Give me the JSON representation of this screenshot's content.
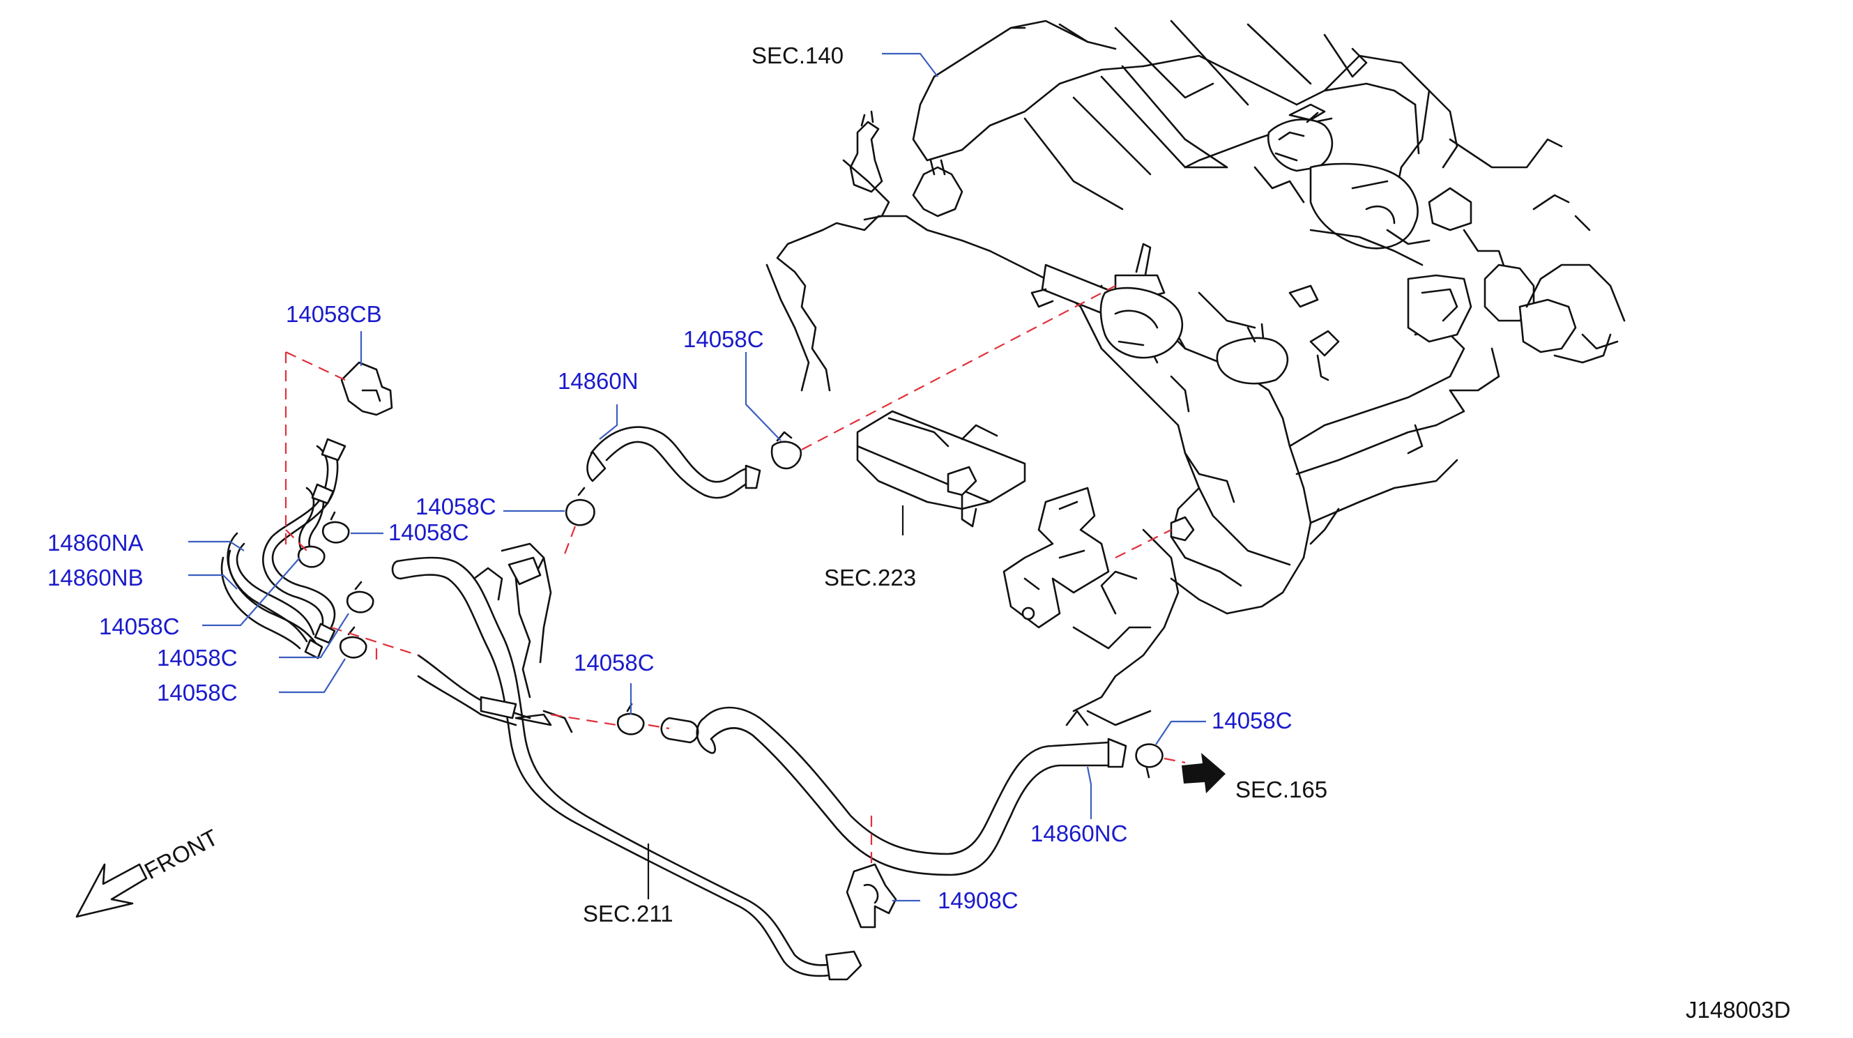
{
  "diagram": {
    "drawing_id": "J148003D",
    "front_label": "FRONT",
    "sections": {
      "sec140": "SEC.140",
      "sec223": "SEC.223",
      "sec211": "SEC.211",
      "sec165": "SEC.165"
    },
    "parts": {
      "p_14058CB": "14058CB",
      "p_14058C_top": "14058C",
      "p_14860N": "14860N",
      "p_14058C_mid_a": "14058C",
      "p_14058C_mid_b": "14058C",
      "p_14860NA": "14860NA",
      "p_14860NB": "14860NB",
      "p_14058C_left_a": "14058C",
      "p_14058C_left_b": "14058C",
      "p_14058C_left_c": "14058C",
      "p_14058C_center": "14058C",
      "p_14058C_right": "14058C",
      "p_14860NC": "14860NC",
      "p_14908C": "14908C"
    },
    "colors": {
      "part_label": "#1a1acc",
      "section_label": "#111111",
      "leader": "#3a5ec0",
      "phantom_line": "#e0303a",
      "line_art": "#111111"
    }
  }
}
